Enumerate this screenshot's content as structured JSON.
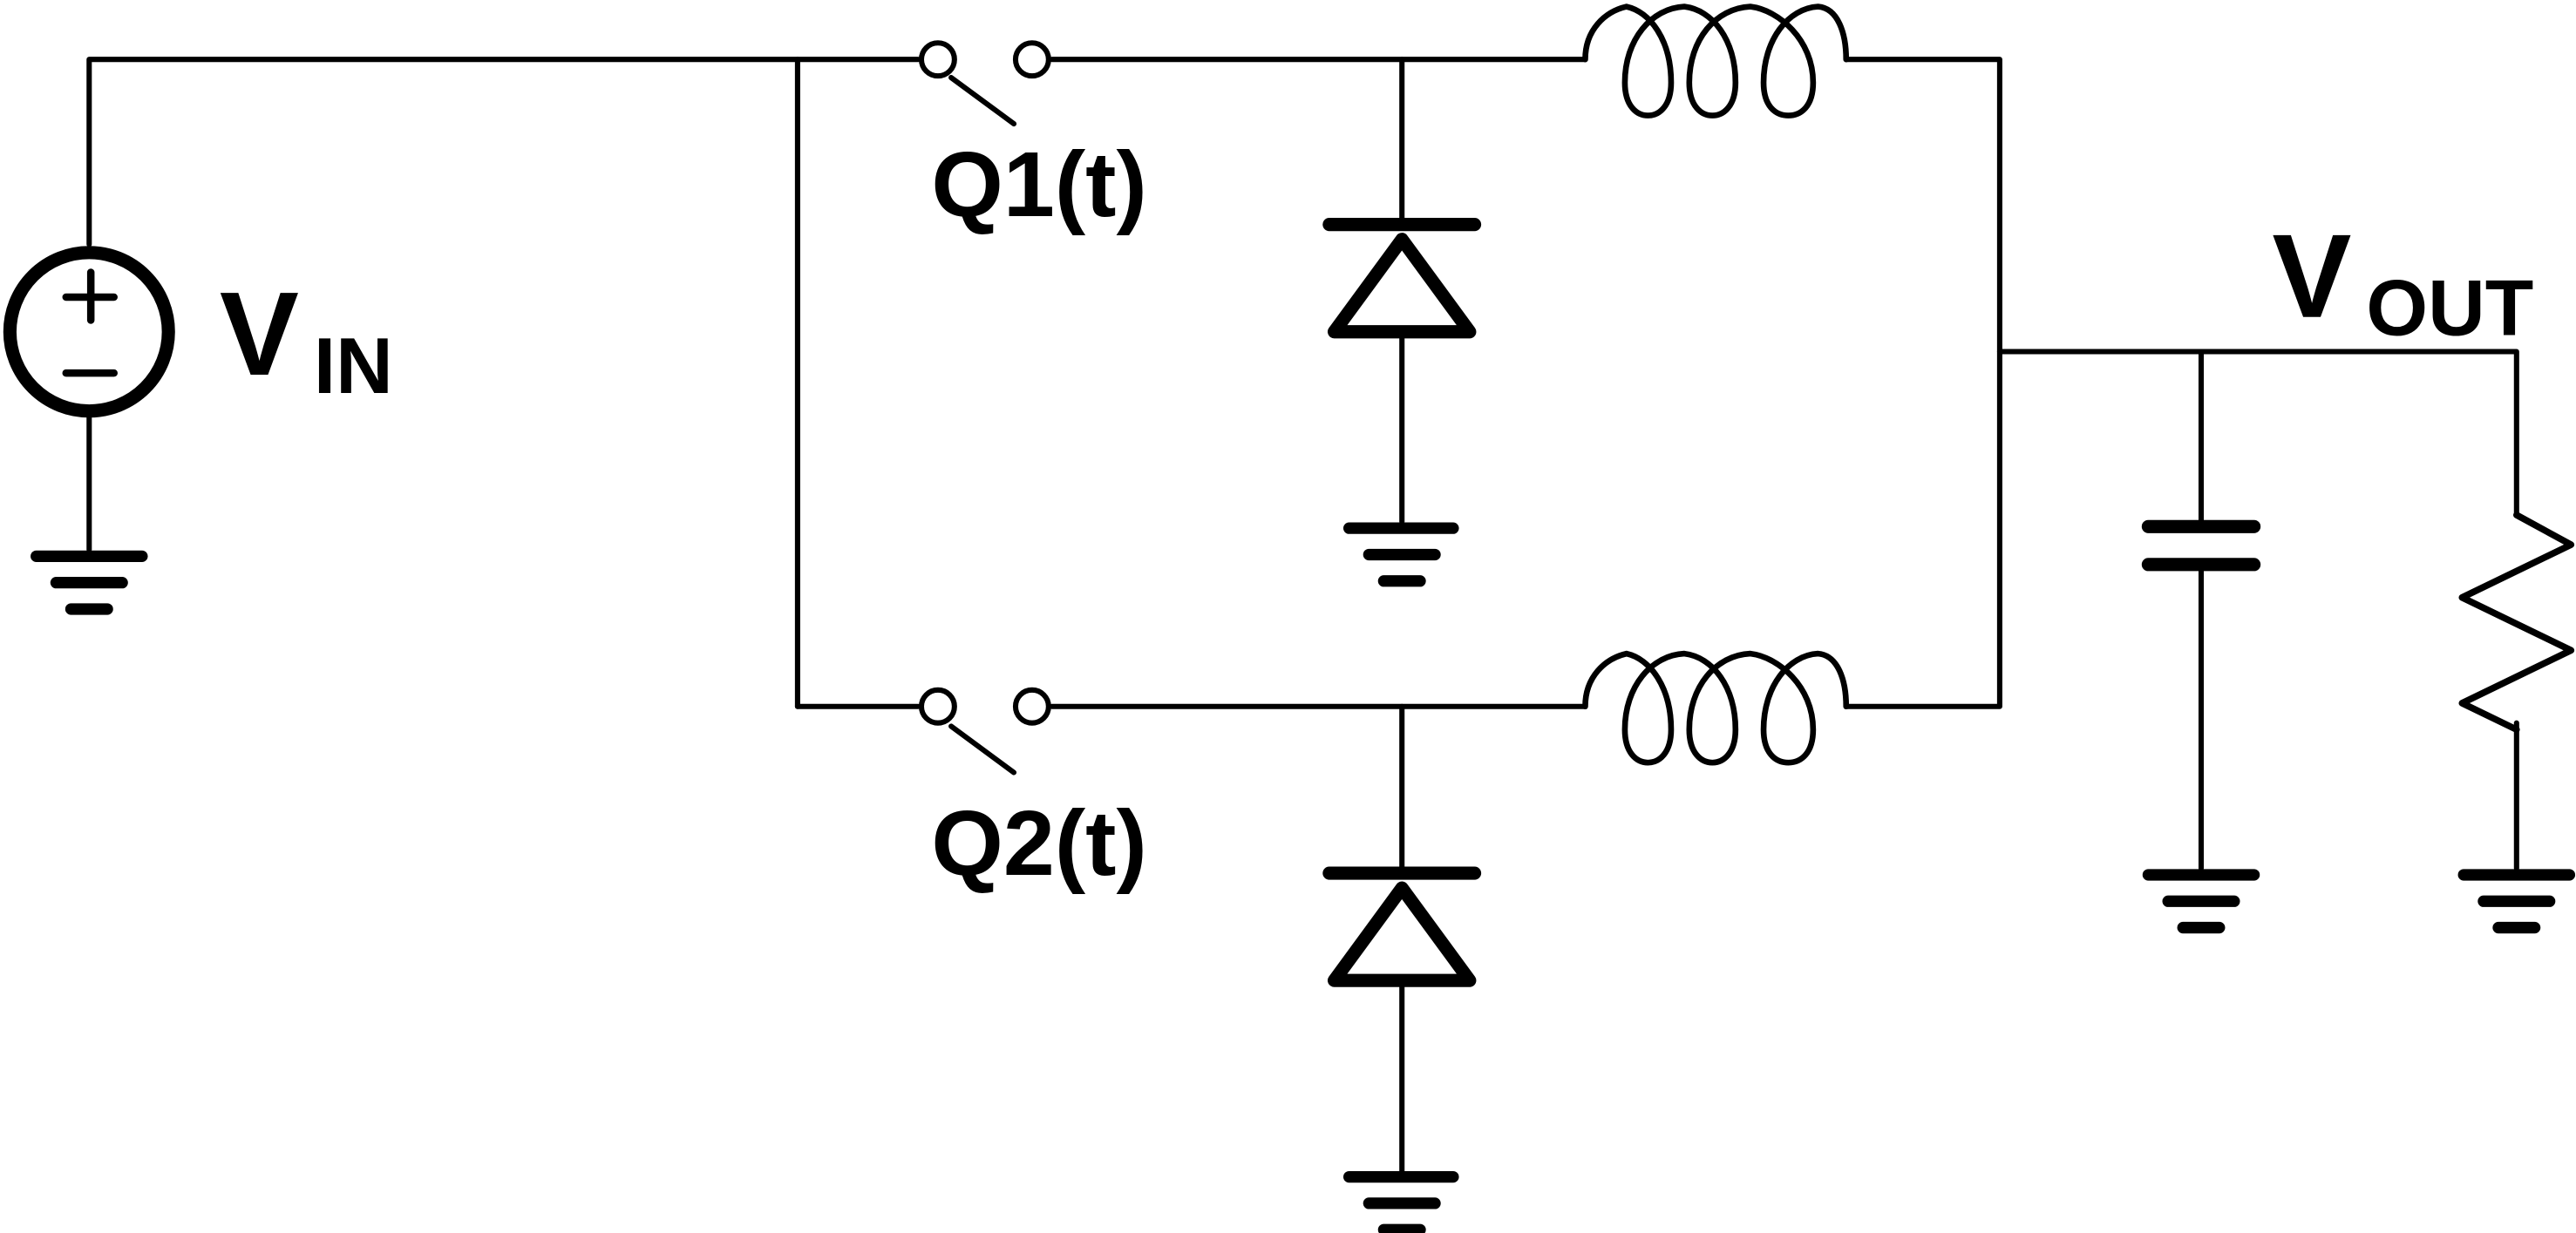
{
  "labels": {
    "vin_main": "V",
    "vin_sub": "IN",
    "vout_main": "V",
    "vout_sub": "OUT",
    "q1": "Q1(t)",
    "q2": "Q2(t)",
    "source_plus": "+",
    "source_minus": "-"
  },
  "colors": {
    "line": "#000000",
    "background": "#ffffff"
  }
}
